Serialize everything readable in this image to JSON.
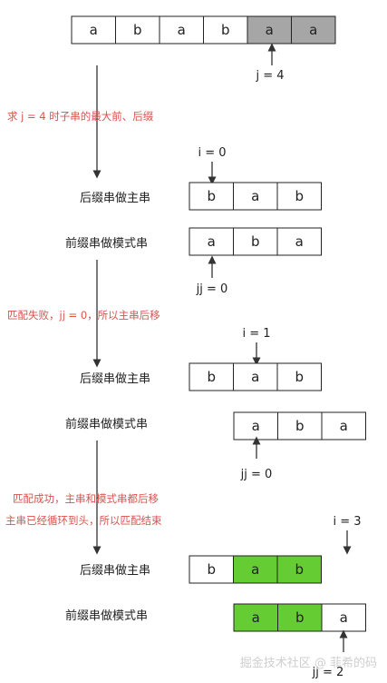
{
  "colors": {
    "cell_border": "#222222",
    "highlight_gray": "#a6a6a6",
    "match_green": "#66cc33",
    "note_red": "#d9534f",
    "arrow": "#333333"
  },
  "top_string": {
    "cells": [
      {
        "text": "a",
        "state": "plain"
      },
      {
        "text": "b",
        "state": "plain"
      },
      {
        "text": "a",
        "state": "plain"
      },
      {
        "text": "b",
        "state": "plain"
      },
      {
        "text": "a",
        "state": "gray"
      },
      {
        "text": "a",
        "state": "gray"
      }
    ],
    "pointer_label": "j = 4"
  },
  "notes": {
    "step1": "求 j = 4 时子串的最大前、后缀",
    "step2": "匹配失败，jj = 0，所以主串后移",
    "step3a": "匹配成功，主串和模式串都后移",
    "step3b": "主串已经循环到头，所以匹配结束"
  },
  "rounds": [
    {
      "main_label": "后缀串做主串",
      "main_cells": [
        {
          "text": "b",
          "state": "plain"
        },
        {
          "text": "a",
          "state": "plain"
        },
        {
          "text": "b",
          "state": "plain"
        }
      ],
      "pattern_label": "前缀串做模式串",
      "pattern_cells": [
        {
          "text": "a",
          "state": "plain"
        },
        {
          "text": "b",
          "state": "plain"
        },
        {
          "text": "a",
          "state": "plain"
        }
      ],
      "i_label": "i = 0",
      "jj_label": "jj = 0"
    },
    {
      "main_label": "后缀串做主串",
      "main_cells": [
        {
          "text": "b",
          "state": "plain"
        },
        {
          "text": "a",
          "state": "plain"
        },
        {
          "text": "b",
          "state": "plain"
        }
      ],
      "pattern_label": "前缀串做模式串",
      "pattern_cells": [
        {
          "text": "a",
          "state": "plain"
        },
        {
          "text": "b",
          "state": "plain"
        },
        {
          "text": "a",
          "state": "plain"
        }
      ],
      "i_label": "i = 1",
      "jj_label": "jj = 0"
    },
    {
      "main_label": "后缀串做主串",
      "main_cells": [
        {
          "text": "b",
          "state": "plain"
        },
        {
          "text": "a",
          "state": "green"
        },
        {
          "text": "b",
          "state": "green"
        }
      ],
      "pattern_label": "前缀串做模式串",
      "pattern_cells": [
        {
          "text": "a",
          "state": "green"
        },
        {
          "text": "b",
          "state": "green"
        },
        {
          "text": "a",
          "state": "plain"
        }
      ],
      "i_label": "i = 3",
      "jj_label": "jj = 2"
    }
  ],
  "watermark": "掘金技术社区 @ 菲希的码"
}
